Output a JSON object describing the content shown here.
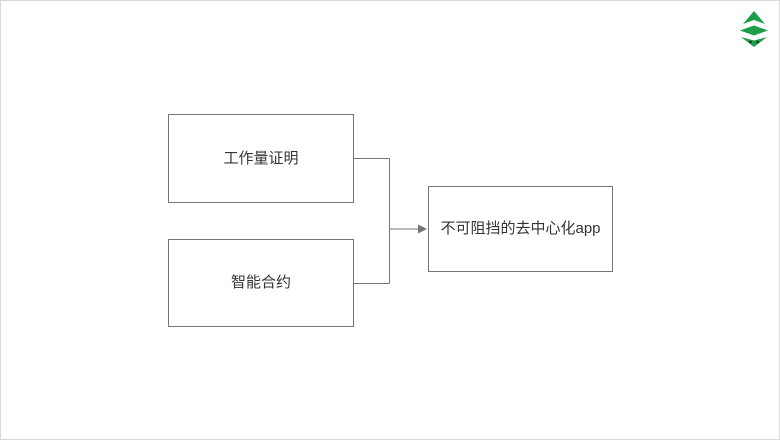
{
  "logo": {
    "name": "ethereum-classic-logo",
    "color": "#1d9e48",
    "dot_color": "#15271b"
  },
  "diagram": {
    "nodes": [
      {
        "id": "proof-of-work",
        "label": "工作量证明"
      },
      {
        "id": "smart-contract",
        "label": "智能合约"
      },
      {
        "id": "dapp",
        "label": "不可阻挡的去中心化app"
      }
    ],
    "edges": [
      {
        "from": "proof-of-work",
        "to": "dapp"
      },
      {
        "from": "smart-contract",
        "to": "dapp"
      }
    ],
    "colors": {
      "node_border": "#757575",
      "node_fill": "#ffffff",
      "connector": "#757575",
      "text": "#333333",
      "canvas_border": "#d9d9d9",
      "background": "#ffffff"
    }
  }
}
